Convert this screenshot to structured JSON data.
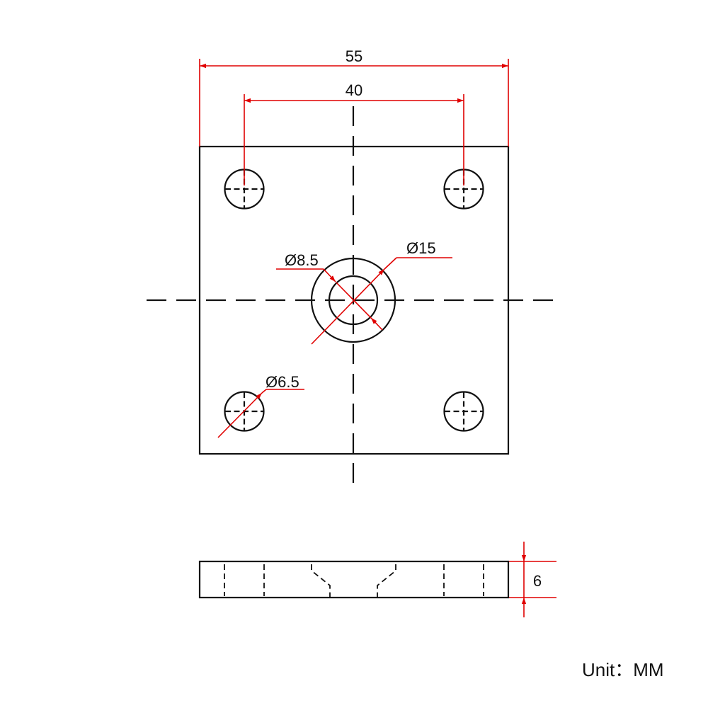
{
  "units": {
    "label": "Unit：MM"
  },
  "colors": {
    "outline": "#111111",
    "dimension": "#e00000",
    "background": "#ffffff"
  },
  "dimensions": {
    "overall_width": "55",
    "hole_spacing": "40",
    "center_inner_diameter": "Ø8.5",
    "center_outer_diameter": "Ø15",
    "corner_hole_diameter": "Ø6.5",
    "thickness": "6"
  }
}
